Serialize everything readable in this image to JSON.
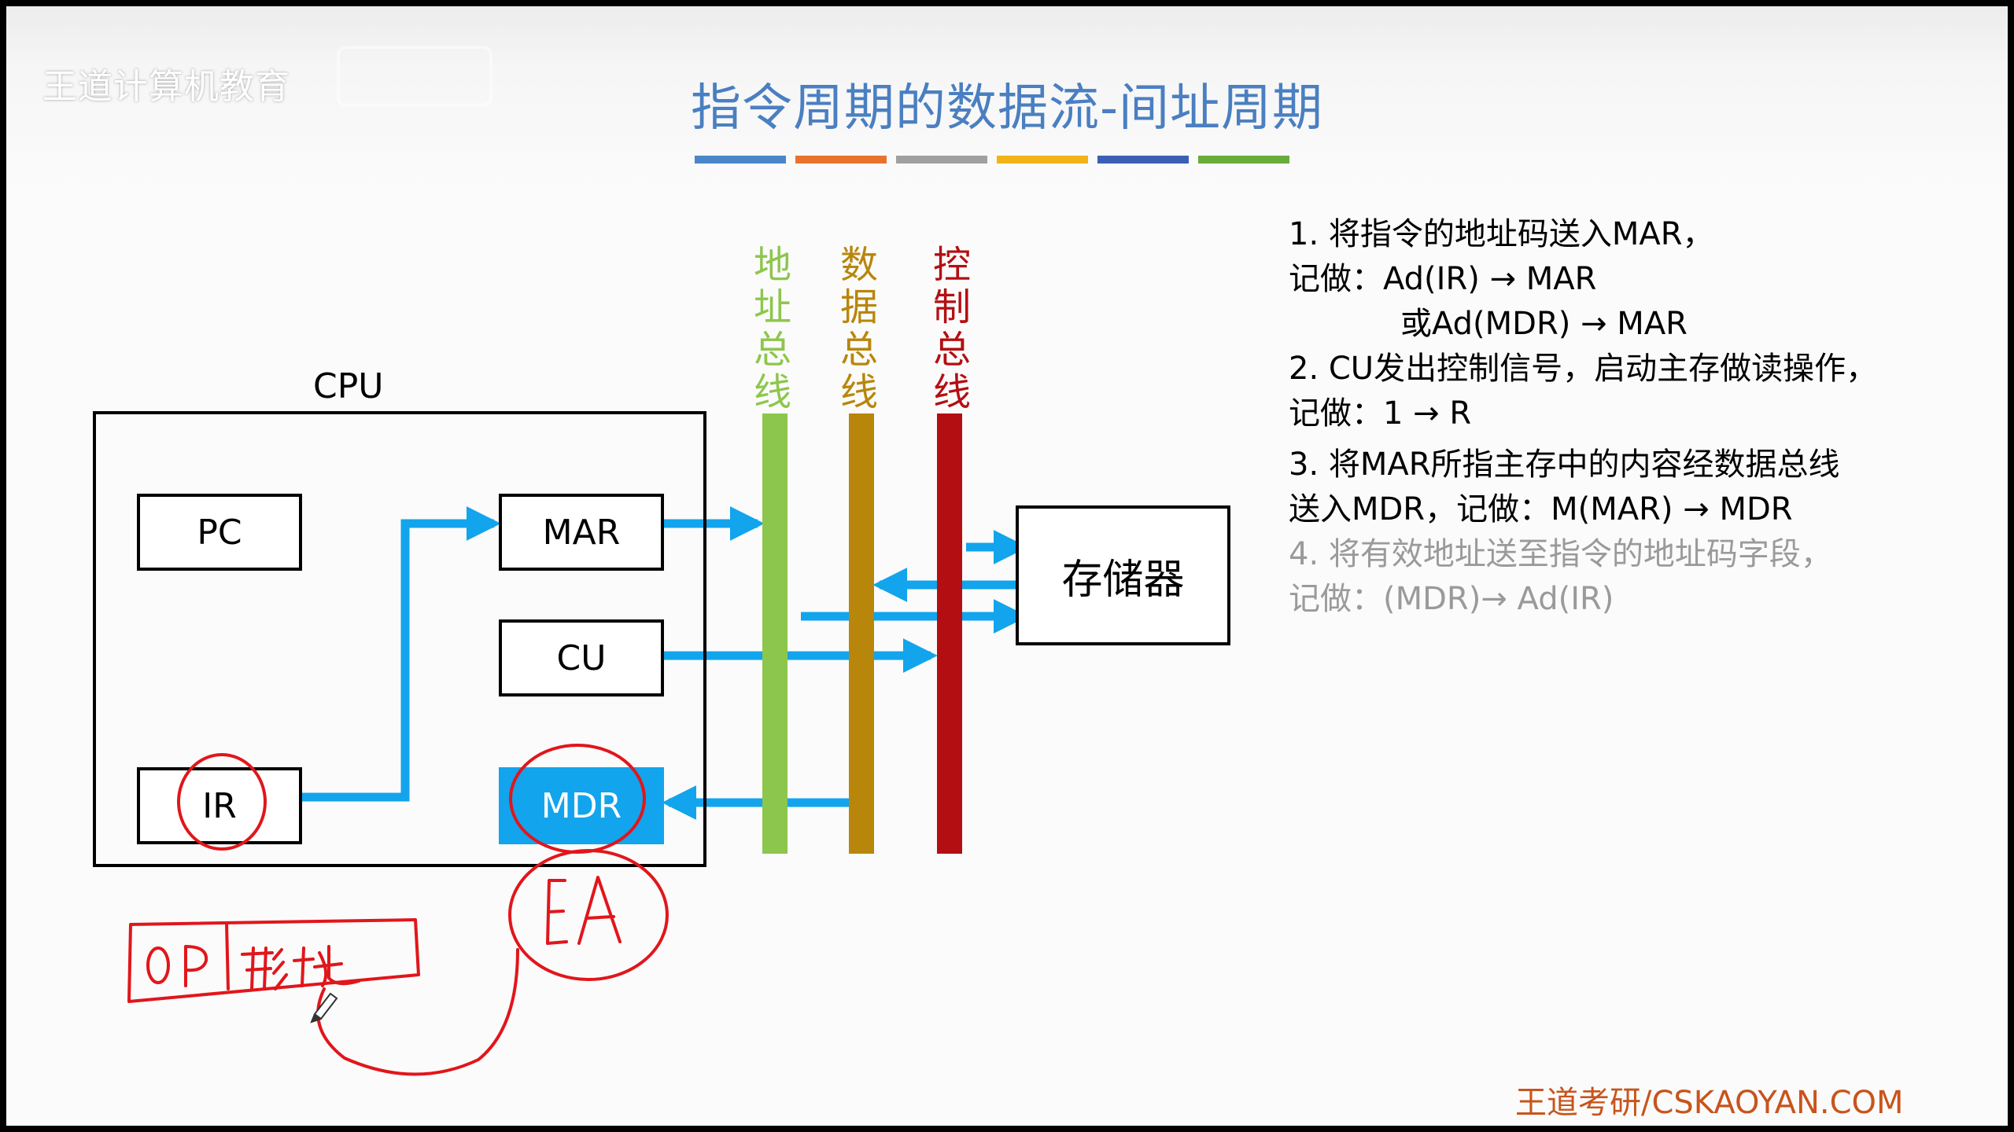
{
  "watermark": "王道计算机教育",
  "title": "指令周期的数据流-间址周期",
  "colors": {
    "title": "#4a7fc1",
    "address_bus": "#8dc64c",
    "data_bus": "#b8860b",
    "control_bus": "#b30f12",
    "flow": "#12a4ec",
    "annotation": "#e1161b",
    "footer": "#c8541c"
  },
  "title_bars": [
    "#4a86c8",
    "#e8742c",
    "#a0a0a0",
    "#f2b318",
    "#3b5fb5",
    "#6aab3b"
  ],
  "diagram": {
    "cpu_label": "CPU",
    "registers": {
      "pc": "PC",
      "mar": "MAR",
      "cu": "CU",
      "ir": "IR",
      "mdr": "MDR"
    },
    "memory": "存储器",
    "buses": {
      "address": "地址总线",
      "data": "数据总线",
      "control": "控制总线"
    }
  },
  "steps": {
    "s1_line1": "1. 将指令的地址码送入MAR，",
    "s1_line2": "记做：Ad(IR) → MAR",
    "s1_line3": "或Ad(MDR) → MAR",
    "s2_line1": "2. CU发出控制信号，启动主存做读操作，",
    "s2_line2": "记做：1 → R",
    "s3_line1": "3. 将MAR所指主存中的内容经数据总线",
    "s3_line2": "送入MDR，记做：M(MAR) → MDR",
    "s4_line1": "4. 将有效地址送至指令的地址码字段，",
    "s4_line2": "记做：(MDR)→ Ad(IR)"
  },
  "footer": "王道考研/CSKAOYAN.COM"
}
